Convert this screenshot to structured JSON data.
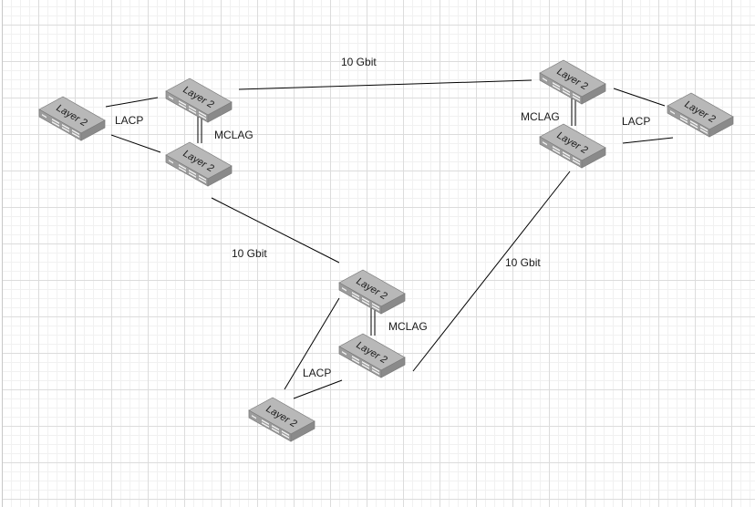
{
  "diagram": {
    "nodes": [
      {
        "id": "sw-a-top",
        "label": "Layer 2"
      },
      {
        "id": "sw-a-bottom",
        "label": "Layer 2"
      },
      {
        "id": "sw-a-access",
        "label": "Layer 2"
      },
      {
        "id": "sw-b-top",
        "label": "Layer 2"
      },
      {
        "id": "sw-b-bottom",
        "label": "Layer 2"
      },
      {
        "id": "sw-b-access",
        "label": "Layer 2"
      },
      {
        "id": "sw-c-top",
        "label": "Layer 2"
      },
      {
        "id": "sw-c-bottom",
        "label": "Layer 2"
      },
      {
        "id": "sw-c-access",
        "label": "Layer 2"
      }
    ],
    "labels": {
      "lacp_left": "LACP",
      "mclag_left": "MCLAG",
      "link_top": "10 Gbit",
      "mclag_right": "MCLAG",
      "lacp_right": "LACP",
      "link_left": "10 Gbit",
      "link_right": "10 Gbit",
      "mclag_bottom": "MCLAG",
      "lacp_bottom": "LACP"
    },
    "edges": [
      {
        "from": "sw-a-access",
        "to": "sw-a-top",
        "type": "LACP"
      },
      {
        "from": "sw-a-access",
        "to": "sw-a-bottom",
        "type": "LACP"
      },
      {
        "from": "sw-a-top",
        "to": "sw-a-bottom",
        "type": "MCLAG"
      },
      {
        "from": "sw-a-top",
        "to": "sw-b-top",
        "type": "10 Gbit"
      },
      {
        "from": "sw-b-top",
        "to": "sw-b-bottom",
        "type": "MCLAG"
      },
      {
        "from": "sw-b-access",
        "to": "sw-b-top",
        "type": "LACP"
      },
      {
        "from": "sw-b-access",
        "to": "sw-b-bottom",
        "type": "LACP"
      },
      {
        "from": "sw-a-bottom",
        "to": "sw-c-top",
        "type": "10 Gbit"
      },
      {
        "from": "sw-b-bottom",
        "to": "sw-c-bottom",
        "type": "10 Gbit"
      },
      {
        "from": "sw-c-top",
        "to": "sw-c-bottom",
        "type": "MCLAG"
      },
      {
        "from": "sw-c-access",
        "to": "sw-c-top",
        "type": "LACP"
      },
      {
        "from": "sw-c-access",
        "to": "sw-c-bottom",
        "type": "LACP"
      }
    ],
    "colors": {
      "switch_top": "#b8b8b8",
      "switch_front": "#9a9a9a",
      "switch_side": "#8a8a8a",
      "switch_edge": "#6e6e6e",
      "port": "#f4f4f4",
      "line": "#000000",
      "text": "#1a1a1a"
    }
  }
}
